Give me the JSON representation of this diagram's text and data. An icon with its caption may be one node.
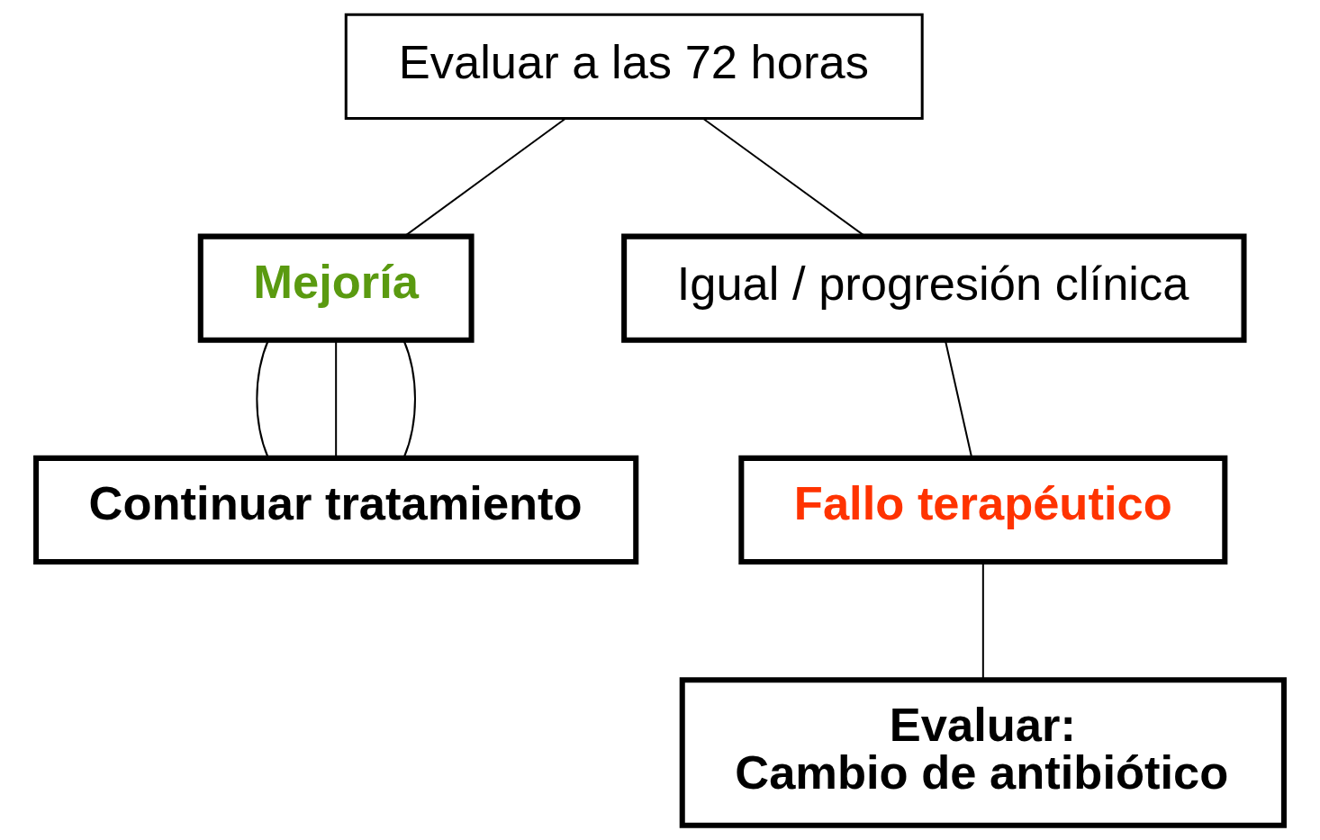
{
  "diagram": {
    "nodes": [
      {
        "text": [
          "Evaluar a las 72 horas"
        ]
      },
      {
        "text": [
          "Mejoría"
        ]
      },
      {
        "text": [
          "Igual / progresión clínica"
        ]
      },
      {
        "text": [
          "Continuar tratamiento"
        ]
      },
      {
        "text": [
          "Fallo terapéutico"
        ]
      },
      {
        "text": [
          "Evaluar:",
          "Cambio de antibiótico"
        ]
      }
    ],
    "edges": [
      {
        "from": 0,
        "to": 1,
        "arrow": "none"
      },
      {
        "from": 0,
        "to": 2,
        "arrow": "none"
      },
      {
        "from": 1,
        "to": 3,
        "arrow": "none"
      },
      {
        "from": 1,
        "to": 3,
        "arrow": "none"
      },
      {
        "from": 1,
        "to": 3,
        "arrow": "none"
      },
      {
        "from": 2,
        "to": 4,
        "arrow": "none"
      },
      {
        "from": 4,
        "to": 5,
        "arrow": "none"
      }
    ]
  }
}
